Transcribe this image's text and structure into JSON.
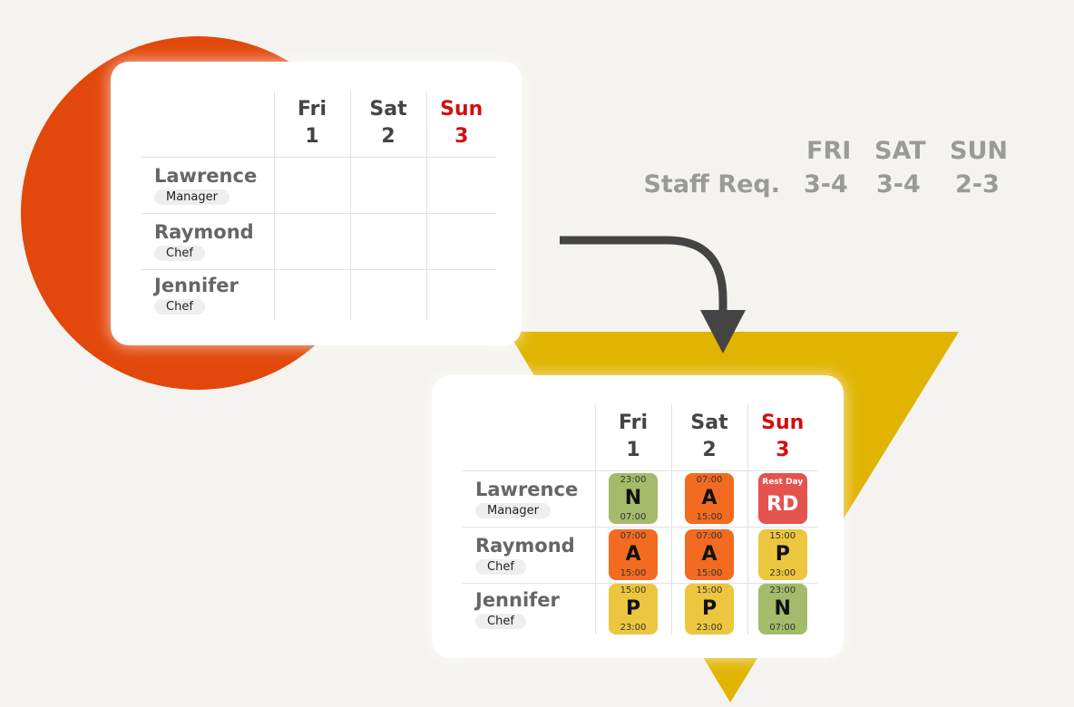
{
  "colors": {
    "background": "#f4f3ef",
    "circle": "#e2470b",
    "triangle": "#e0b400",
    "arrow": "#444444",
    "N": "#a3bb6a",
    "A": "#f26b21",
    "P": "#ecc63e",
    "RD": "#e5534f"
  },
  "days": [
    {
      "name": "Fri",
      "date": "1"
    },
    {
      "name": "Sat",
      "date": "2"
    },
    {
      "name": "Sun",
      "date": "3"
    }
  ],
  "staff": [
    {
      "name": "Lawrence",
      "role": "Manager"
    },
    {
      "name": "Raymond",
      "role": "Chef"
    },
    {
      "name": "Jennifer",
      "role": "Chef"
    }
  ],
  "staff_req": {
    "label": "Staff Req.",
    "days": [
      "FRI",
      "SAT",
      "SUN"
    ],
    "values": [
      "3-4",
      "3-4",
      "2-3"
    ]
  },
  "schedule": [
    [
      {
        "code": "N",
        "start": "23:00",
        "end": "07:00"
      },
      {
        "code": "A",
        "start": "07:00",
        "end": "15:00"
      },
      {
        "code": "RD",
        "start": "Rest Day",
        "end": ""
      }
    ],
    [
      {
        "code": "A",
        "start": "07:00",
        "end": "15:00"
      },
      {
        "code": "A",
        "start": "07:00",
        "end": "15:00"
      },
      {
        "code": "P",
        "start": "15:00",
        "end": "23:00"
      }
    ],
    [
      {
        "code": "P",
        "start": "15:00",
        "end": "23:00"
      },
      {
        "code": "P",
        "start": "15:00",
        "end": "23:00"
      },
      {
        "code": "N",
        "start": "23:00",
        "end": "07:00"
      }
    ]
  ]
}
